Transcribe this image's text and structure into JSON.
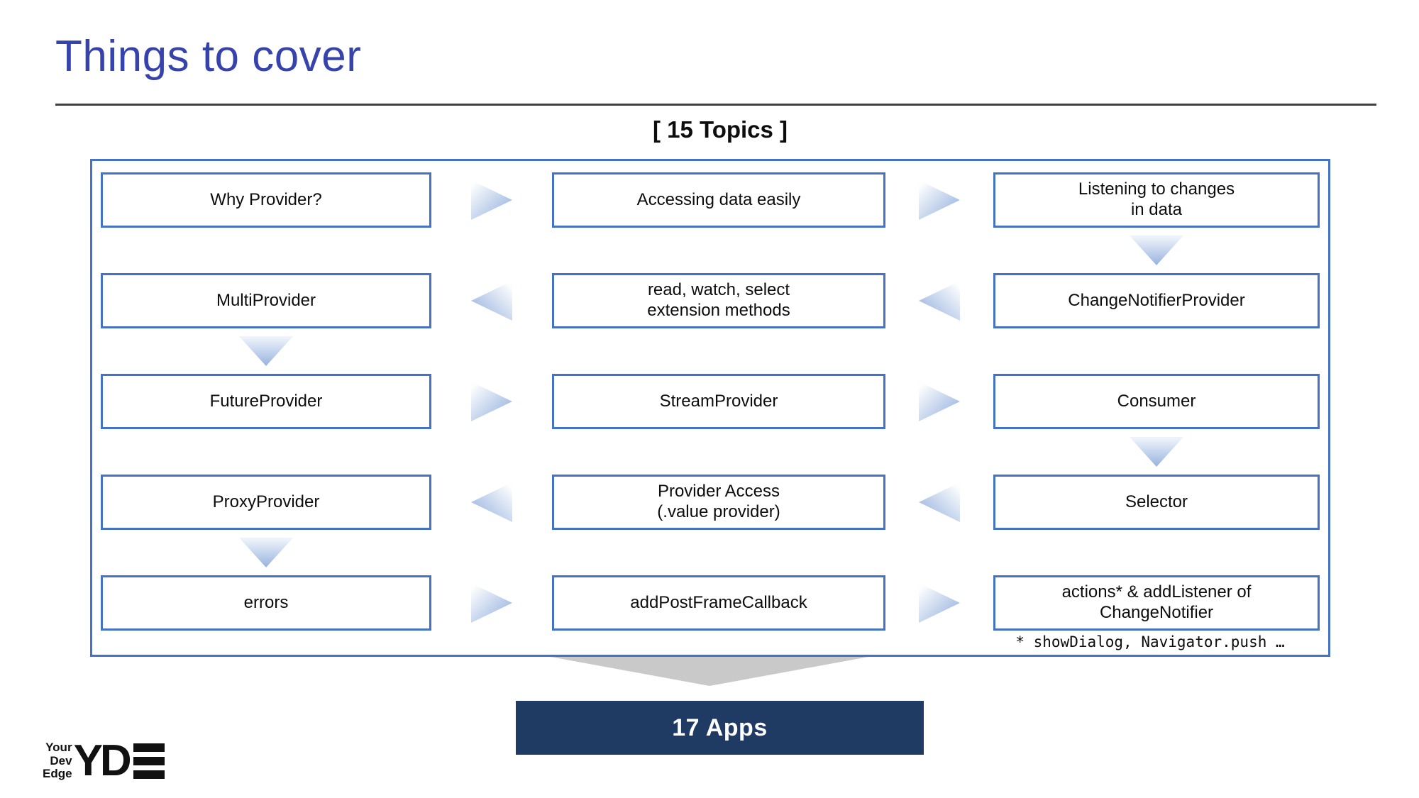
{
  "slide": {
    "title": "Things to cover",
    "topics_header": "[ 15 Topics ]",
    "footnote": "* showDialog, Navigator.push …",
    "banner": "17 Apps"
  },
  "boxes": [
    "Why Provider?",
    "Accessing data easily",
    "Listening to changes\nin data",
    "MultiProvider",
    "read, watch, select\nextension methods",
    "ChangeNotifierProvider",
    "FutureProvider",
    "StreamProvider",
    "Consumer",
    "ProxyProvider",
    "Provider Access\n(.value provider)",
    "Selector",
    "errors",
    "addPostFrameCallback",
    "actions* & addListener of\nChangeNotifier"
  ],
  "icons": {
    "arrow_right": "▶",
    "arrow_left": "◀",
    "arrow_down": "▼",
    "funnel_down": "▼"
  },
  "logo": {
    "tagline_lines": [
      "Your",
      "Dev",
      "Edge"
    ],
    "brand": "YDE"
  },
  "colors": {
    "title_blue": "#3743AC",
    "box_border_blue": "#4472C4",
    "arrow_blue": "#9CB6E0",
    "banner_navy": "#1F3A63",
    "funnel_gray": "#C9C9C9",
    "divider_gray": "#404040",
    "logo_black": "#111111"
  }
}
